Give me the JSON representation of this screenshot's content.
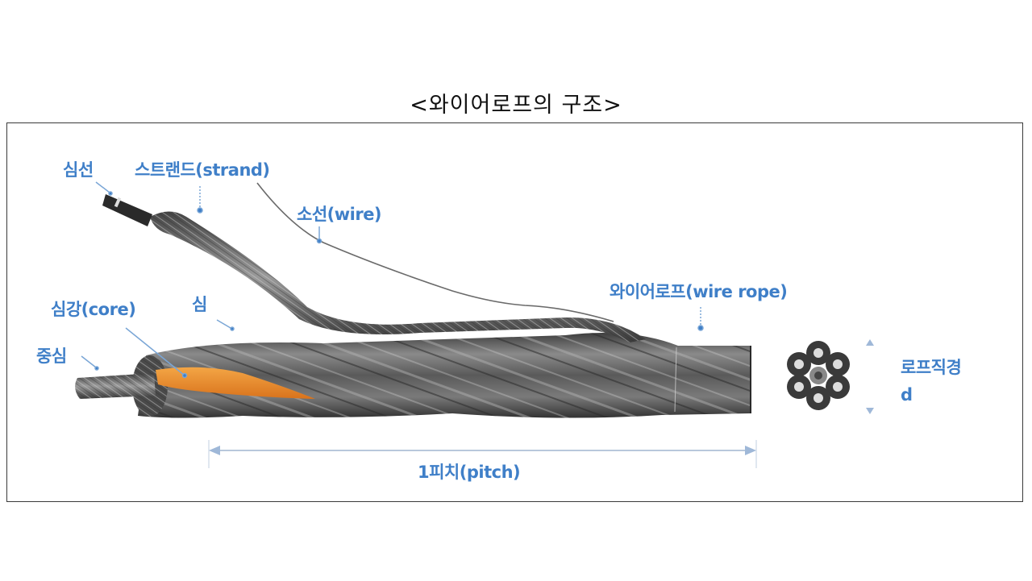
{
  "title": "<와이어로프의 구조>",
  "labels": {
    "core_wire": "심선",
    "strand": "스트랜드(strand)",
    "wire": "소선(wire)",
    "fiber_core": "심강(core)",
    "core": "심",
    "center": "중심",
    "wire_rope": "와이어로프(wire rope)",
    "rope_diameter": "로프직경",
    "diameter_symbol": "d",
    "pitch": "1피치(pitch)"
  },
  "colors": {
    "label_blue": "#3f7fc8",
    "rope_gray": "#5a5a5a",
    "core_orange": "#e8892a",
    "dimension_line": "#9fb8d8",
    "frame_border": "#3a3a3a"
  }
}
